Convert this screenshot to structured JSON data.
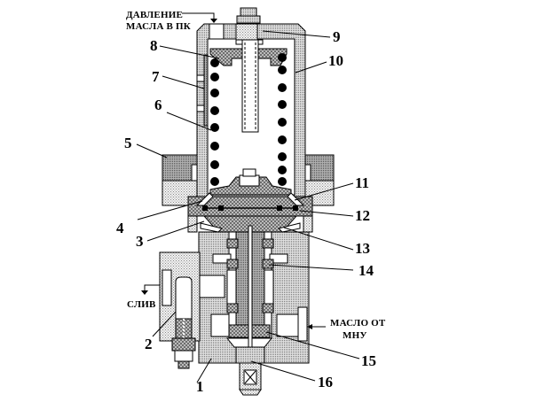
{
  "diagram": {
    "type": "technical-cross-section",
    "subject": "hydraulic pressure valve with spring chamber",
    "captions": {
      "oil_pressure_line1": "ДАВЛЕНИЕ",
      "oil_pressure_line2": "МАСЛА В ПК",
      "drain": "СЛИВ",
      "oil_from_line1": "МАСЛО ОТ",
      "oil_from_line2": "МНУ"
    },
    "part_labels": {
      "p1": "1",
      "p2": "2",
      "p3": "3",
      "p4": "4",
      "p5": "5",
      "p6": "6",
      "p7": "7",
      "p8": "8",
      "p9": "9",
      "p10": "10",
      "p11": "11",
      "p12": "12",
      "p13": "13",
      "p14": "14",
      "p15": "15",
      "p16": "16"
    },
    "colors": {
      "background": "#ffffff",
      "line": "#000000",
      "light_fill": "#d8d8d8",
      "medium_fill": "#bdbdbd",
      "dark_fill": "#9a9a9a",
      "spring_coil": "#000000"
    }
  }
}
